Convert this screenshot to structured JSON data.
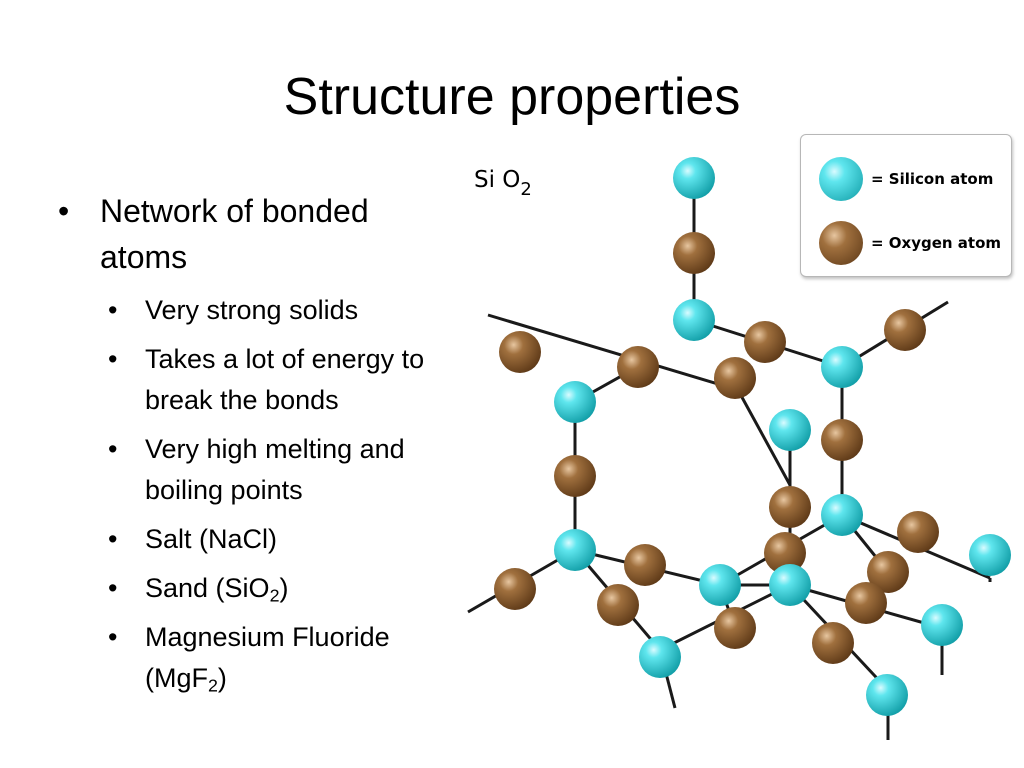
{
  "slide": {
    "title": "Structure properties"
  },
  "bullets": {
    "main": "Network of bonded atoms",
    "sub_items": [
      {
        "text": "Very strong solids"
      },
      {
        "text": "Takes a lot of energy to break the bonds"
      },
      {
        "text": "Very high melting and boiling points"
      },
      {
        "text": "Salt (NaCl)"
      },
      {
        "prefix": "Sand (SiO",
        "sub": "2",
        "suffix": ")"
      },
      {
        "prefix": "Magnesium Fluoride (MgF",
        "sub": "2",
        "suffix": ")"
      }
    ]
  },
  "diagram": {
    "formula_prefix": "Si O",
    "formula_sub": "2",
    "legend": {
      "silicon_label": "= Silicon atom",
      "oxygen_label": "= Oxygen atom"
    },
    "colors": {
      "silicon": "#22c4cc",
      "oxygen": "#8a5a2b",
      "bond": "#1a1a1a"
    }
  }
}
